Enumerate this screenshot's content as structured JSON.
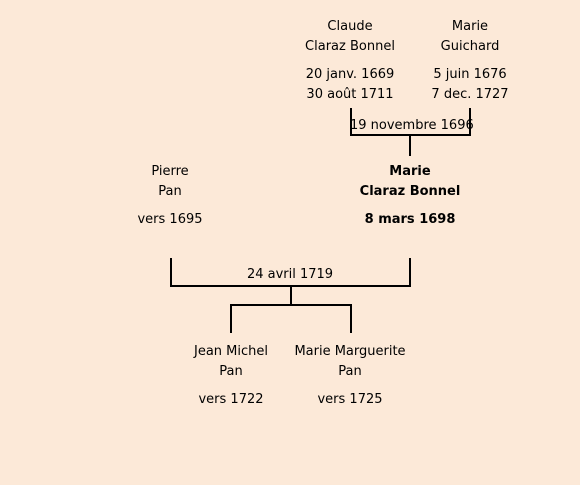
{
  "parents_couple": {
    "father": {
      "given": "Claude",
      "surname": "Claraz Bonnel",
      "birth": "20 janv. 1669",
      "death": "30 août 1711"
    },
    "mother": {
      "given": "Marie",
      "surname": "Guichard",
      "birth": "5 juin 1676",
      "death": "7 dec. 1727"
    },
    "marriage_date": "19 novembre 1696"
  },
  "main_couple": {
    "husband": {
      "given": "Pierre",
      "surname": "Pan",
      "birth": "vers 1695"
    },
    "wife": {
      "given": "Marie",
      "surname": "Claraz Bonnel",
      "birth": "8 mars 1698"
    },
    "marriage_date": "24 avril 1719"
  },
  "children": [
    {
      "given": "Jean Michel",
      "surname": "Pan",
      "birth": "vers 1722"
    },
    {
      "given": "Marie Marguerite",
      "surname": "Pan",
      "birth": "vers 1725"
    }
  ]
}
